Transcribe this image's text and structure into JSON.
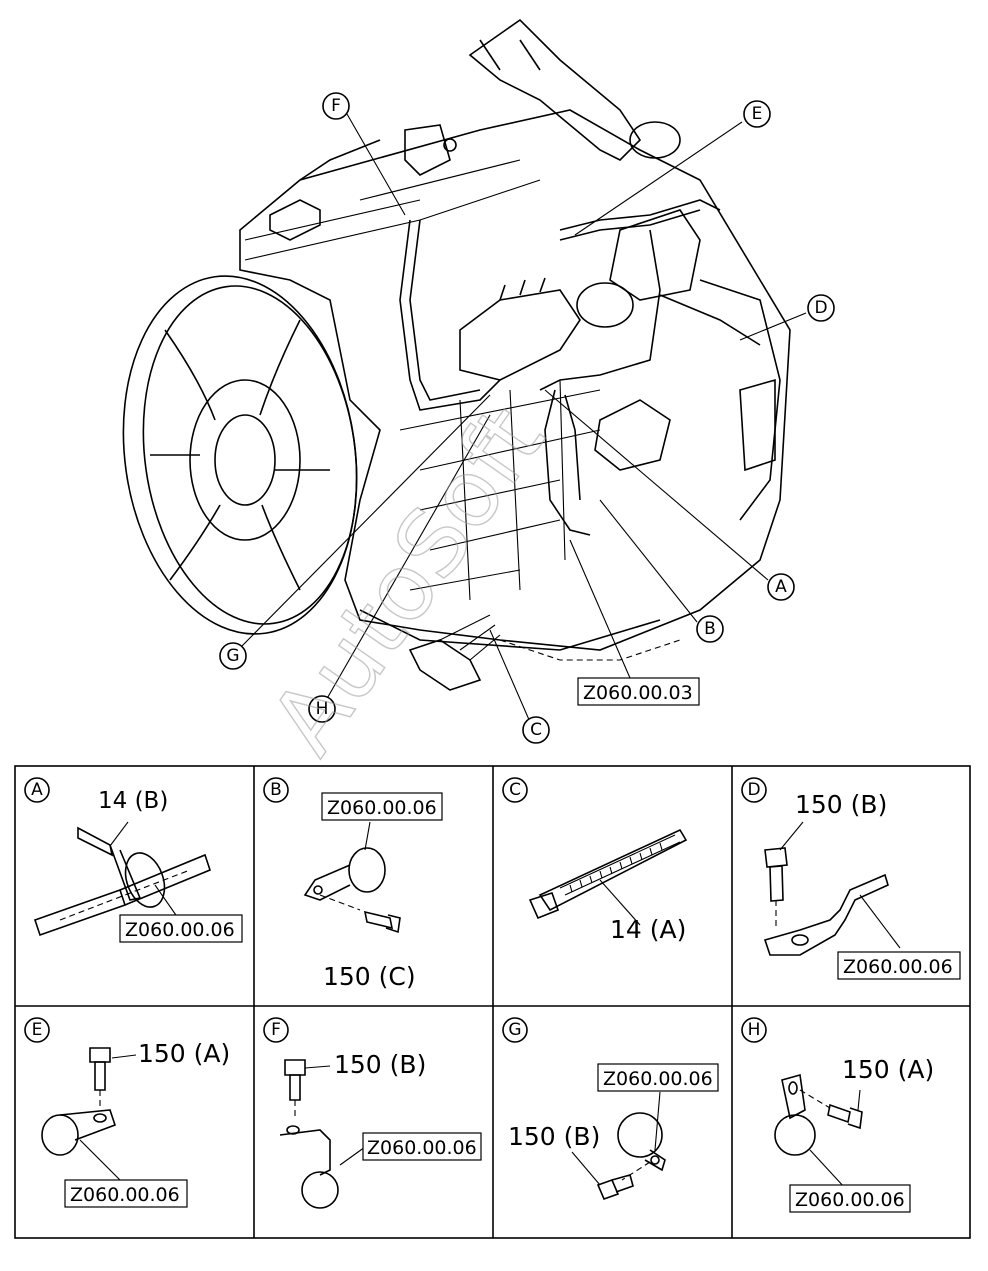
{
  "main": {
    "callouts": [
      "F",
      "E",
      "D",
      "A",
      "B",
      "G",
      "H",
      "C"
    ],
    "ref_label": "Z060.00.03"
  },
  "watermark": "AutoSoft",
  "details": [
    {
      "letter": "A",
      "parts": [
        "14 (B)"
      ],
      "ref": "Z060.00.06"
    },
    {
      "letter": "B",
      "parts": [
        "150 (C)"
      ],
      "ref": "Z060.00.06"
    },
    {
      "letter": "C",
      "parts": [
        "14 (A)"
      ],
      "ref": ""
    },
    {
      "letter": "D",
      "parts": [
        "150 (B)"
      ],
      "ref": "Z060.00.06"
    },
    {
      "letter": "E",
      "parts": [
        "150 (A)"
      ],
      "ref": "Z060.00.06"
    },
    {
      "letter": "F",
      "parts": [
        "150 (B)"
      ],
      "ref": "Z060.00.06"
    },
    {
      "letter": "G",
      "parts": [
        "150 (B)"
      ],
      "ref": "Z060.00.06"
    },
    {
      "letter": "H",
      "parts": [
        "150 (A)"
      ],
      "ref": "Z060.00.06"
    }
  ]
}
